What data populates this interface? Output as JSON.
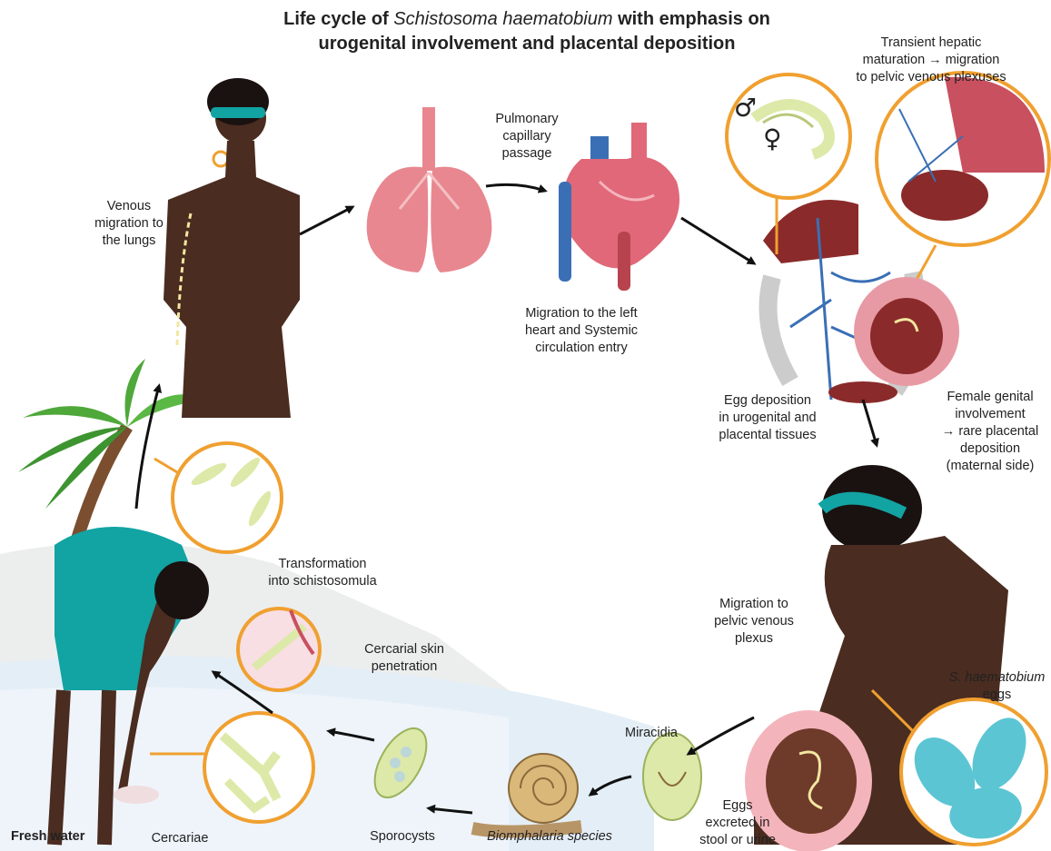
{
  "title": {
    "prefix": "Life cycle of ",
    "species": "Schistosoma haematobium",
    "suffix": " with emphasis on",
    "line2": "urogenital involvement and placental deposition"
  },
  "labels": {
    "venous_migration": [
      "Venous",
      "migration to",
      "the lungs"
    ],
    "pulmonary_passage": [
      "Pulmonary",
      "capillary",
      "passage"
    ],
    "left_heart": [
      "Migration to the left",
      "heart and Systemic",
      "circulation entry"
    ],
    "hepatic_maturation": [
      "Transient hepatic",
      "maturation → migration",
      "to pelvic venous plexuses"
    ],
    "egg_deposition": [
      "Egg deposition",
      "in urogenital and",
      "placental tissues"
    ],
    "female_genital": [
      "Female genital",
      "involvement",
      "→ rare placental",
      "deposition",
      "(maternal side)"
    ],
    "transformation": [
      "Transformation",
      "into schistosomula"
    ],
    "skin_penetration": [
      "Cercarial skin",
      "penetration"
    ],
    "pelvic_migration": [
      "Migration to",
      "pelvic venous",
      "plexus"
    ],
    "eggs_name": [
      "S. haematobium",
      "eggs"
    ],
    "miracidia": "Miracidia",
    "eggs_excreted": [
      "Eggs",
      "excreted in",
      "stool or urine"
    ],
    "fresh_water": "Fresh water",
    "cercariae": "Cercariae",
    "sporocysts": "Sporocysts",
    "snail": "Biomphalaria species"
  },
  "symbols": {
    "male": "♂",
    "female": "♀"
  },
  "colors": {
    "skin": "#4a2c20",
    "orange": "#f0a030",
    "teal": "#12a3a3",
    "lung": "#e8878f",
    "heart": "#e06878",
    "vein": "#3a6fb5",
    "parasite": "#dde9a8",
    "egg": "#5cc5d3",
    "water": "#eef3f8",
    "palm": "#4fa83a"
  },
  "icons": [
    "lungs-icon",
    "heart-icon",
    "snail-icon",
    "palm-tree-icon",
    "worm-pair-icon",
    "egg-icon"
  ]
}
